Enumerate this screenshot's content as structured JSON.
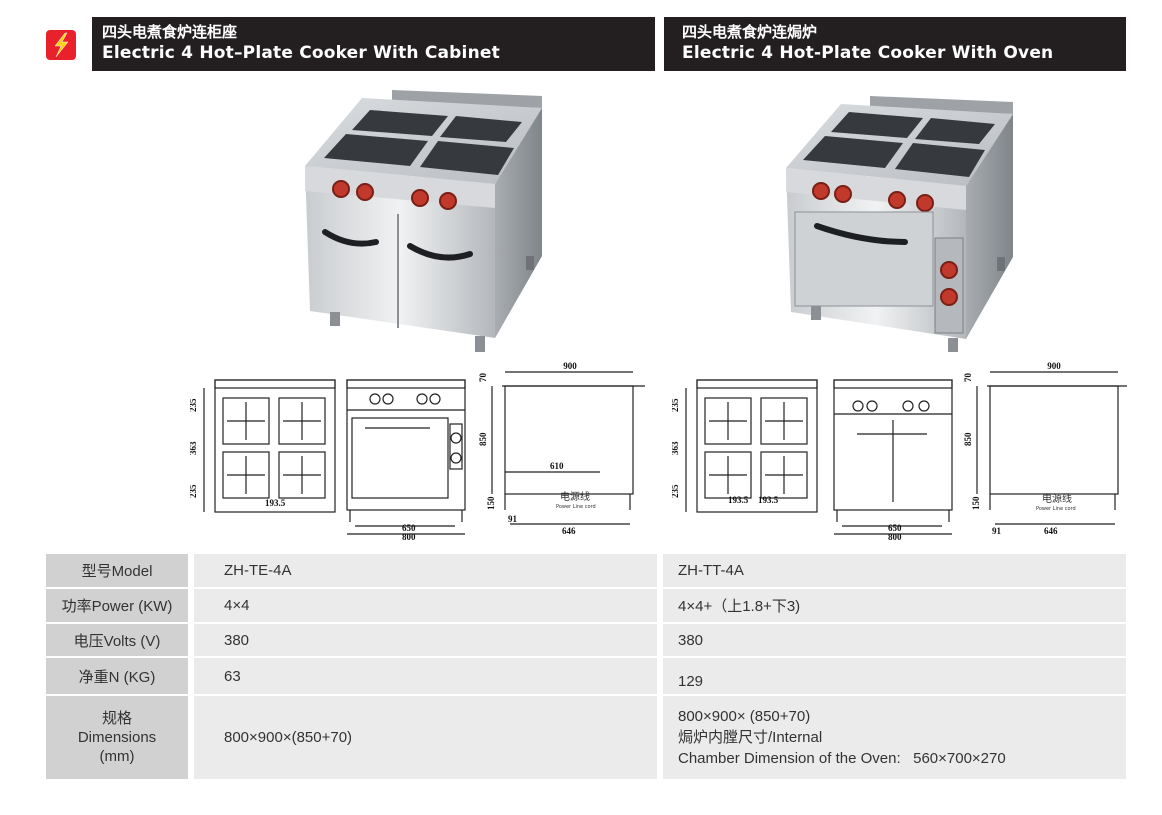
{
  "header": {
    "left": {
      "title_cn": "四头电煮食炉连柜座",
      "title_en": "Electric 4 Hot–Plate Cooker With Cabinet"
    },
    "right": {
      "title_cn": "四头电煮食炉连焗炉",
      "title_en": "Electric 4 Hot-Plate Cooker With Oven"
    }
  },
  "drawings": {
    "left": {
      "dims": {
        "width": "900",
        "d235a": "235",
        "d363": "363",
        "d235b": "235",
        "d1935": "193.5",
        "d70": "70",
        "d850": "850",
        "d150": "150",
        "d610": "610",
        "d650": "650",
        "d800": "800",
        "d91": "91",
        "d646": "646"
      },
      "cord_cn": "电源线",
      "cord_en": "Power Line cord"
    },
    "right": {
      "dims": {
        "width": "900",
        "d235a": "235",
        "d363": "363",
        "d235b": "235",
        "d1935a": "193.5",
        "d1935b": "193.5",
        "d70": "70",
        "d850": "850",
        "d150": "150",
        "d650": "650",
        "d800": "800",
        "d91": "91",
        "d646": "646"
      },
      "cord_cn": "电源线",
      "cord_en": "Power Line cord"
    }
  },
  "specs": {
    "model": {
      "label": "型号Model",
      "a": "ZH-TE-4A",
      "b": "ZH-TT-4A"
    },
    "power": {
      "label": "功率Power (KW)",
      "a": "4×4",
      "b": "4×4+（上1.8+下3)"
    },
    "volts": {
      "label": "电压Volts (V)",
      "a": "380",
      "b": "380"
    },
    "weight": {
      "label": "净重N (KG)",
      "a": "63",
      "b": "129"
    },
    "dims": {
      "label_cn": "规格",
      "label_en": "Dimensions",
      "label_unit": "(mm)",
      "a": "800×900×(850+70)",
      "b_line1": "800×900× (850+70)",
      "b_line2": "焗炉内膛尺寸/Internal",
      "b_line3": "Chamber Dimension of the Oven:   560×700×270"
    }
  }
}
